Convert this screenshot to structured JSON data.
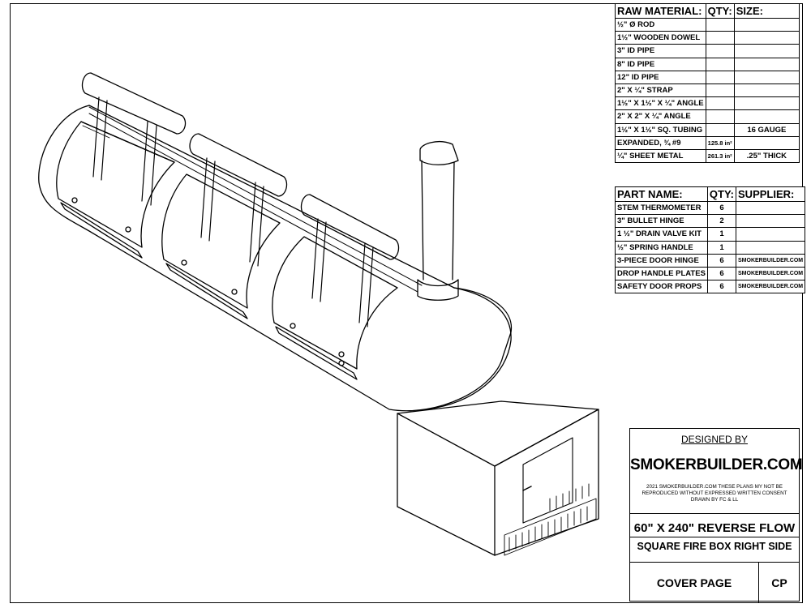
{
  "raw_material": {
    "headers": [
      "RAW MATERIAL:",
      "QTY:",
      "SIZE:"
    ],
    "rows": [
      {
        "name": "½\" Ø ROD",
        "qty": "",
        "size": ""
      },
      {
        "name": "1½\" WOODEN DOWEL",
        "qty": "",
        "size": ""
      },
      {
        "name": "3\" ID PIPE",
        "qty": "",
        "size": ""
      },
      {
        "name": "8\" ID PIPE",
        "qty": "",
        "size": ""
      },
      {
        "name": "12\" ID PIPE",
        "qty": "",
        "size": ""
      },
      {
        "name": "2\" X ¼\" STRAP",
        "qty": "",
        "size": ""
      },
      {
        "name": "1½\" X 1½\" X ¼\" ANGLE",
        "qty": "",
        "size": ""
      },
      {
        "name": "2\" X 2\" X ¼\" ANGLE",
        "qty": "",
        "size": ""
      },
      {
        "name": "1½\" X 1½\" SQ. TUBING",
        "qty": "",
        "size": "16 GAUGE"
      },
      {
        "name": "EXPANDED, ¾ #9",
        "qty": "125.8 in²",
        "size": ""
      },
      {
        "name": "¼\" SHEET METAL",
        "qty": "261.3 in²",
        "size": ".25\" THICK"
      }
    ]
  },
  "parts": {
    "headers": [
      "PART NAME:",
      "QTY:",
      "SUPPLIER:"
    ],
    "rows": [
      {
        "name": "STEM THERMOMETER",
        "qty": "6",
        "supplier": ""
      },
      {
        "name": "3\" BULLET HINGE",
        "qty": "2",
        "supplier": ""
      },
      {
        "name": "1 ½\" DRAIN VALVE KIT",
        "qty": "1",
        "supplier": ""
      },
      {
        "name": "½\" SPRING HANDLE",
        "qty": "1",
        "supplier": ""
      },
      {
        "name": "3-PIECE DOOR HINGE",
        "qty": "6",
        "supplier": "SMOKERBUILDER.COM"
      },
      {
        "name": "DROP HANDLE PLATES",
        "qty": "6",
        "supplier": "SMOKERBUILDER.COM"
      },
      {
        "name": "SAFETY DOOR PROPS",
        "qty": "6",
        "supplier": "SMOKERBUILDER.COM"
      }
    ]
  },
  "title_block": {
    "designed_by": "DESIGNED BY",
    "company": "SMOKERBUILDER.COM",
    "notice_line1": "2021 SMOKERBUILDER.COM THESE PLANS MY NOT BE",
    "notice_line2": "REPRODUCED WITHOUT EXPRESSED WRITTEN CONSENT",
    "notice_line3": "DRAWN BY FC & LL",
    "title": "60\" X 240\" REVERSE FLOW",
    "subtitle": "SQUARE FIRE BOX RIGHT SIDE",
    "page_label": "COVER PAGE",
    "page_code": "CP"
  }
}
